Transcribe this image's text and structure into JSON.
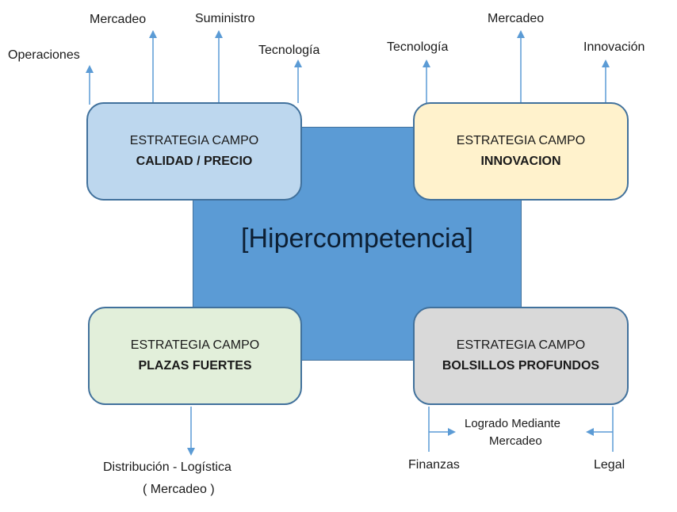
{
  "center": {
    "title": "[Hipercompetencia]"
  },
  "boxes": {
    "calidad_precio": {
      "line1": "ESTRATEGIA CAMPO",
      "line2": "CALIDAD / PRECIO"
    },
    "innovacion": {
      "line1": "ESTRATEGIA CAMPO",
      "line2": "INNOVACION"
    },
    "plazas_fuertes": {
      "line1": "ESTRATEGIA CAMPO",
      "line2": "PLAZAS FUERTES"
    },
    "bolsillos_profundos": {
      "line1": "ESTRATEGIA CAMPO",
      "line2": "BOLSILLOS PROFUNDOS"
    }
  },
  "labels": {
    "operaciones": "Operaciones",
    "mercadeo_left": "Mercadeo",
    "suministro": "Suministro",
    "tecnologia_left": "Tecnología",
    "tecnologia_right": "Tecnología",
    "mercadeo_right": "Mercadeo",
    "innovacion": "Innovación",
    "distribucion": "Distribución - Logística",
    "distribucion_sub": "( Mercadeo )",
    "logrado_1": "Logrado Mediante",
    "logrado_2": "Mercadeo",
    "finanzas": "Finanzas",
    "legal": "Legal"
  },
  "colors": {
    "center": "#5b9bd5",
    "calidad_precio": "#bdd7ee",
    "innovacion": "#fff2cc",
    "plazas_fuertes": "#e2efda",
    "bolsillos_profundos": "#d9d9d9",
    "arrow": "#5b9bd5"
  }
}
